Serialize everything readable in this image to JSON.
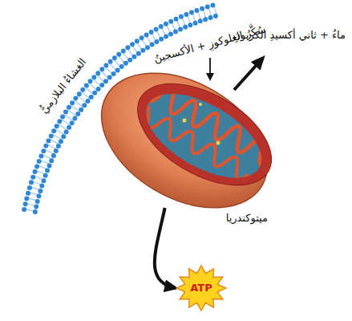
{
  "diagram": {
    "nodes": [
      {
        "text": [
          "ميتوكندريا"
        ]
      },
      {
        "text": [
          "ATP"
        ]
      }
    ],
    "edges": [
      {
        "from": 0,
        "to": 1,
        "arrow": "to"
      }
    ],
    "labels": [
      "الغشاءُ البلازميُّ",
      "سُكَّرُ الغلوكوزِ + الأكسجينُ",
      "ماءٌ + ثاني أكسيدِ الكربونِ"
    ]
  }
}
